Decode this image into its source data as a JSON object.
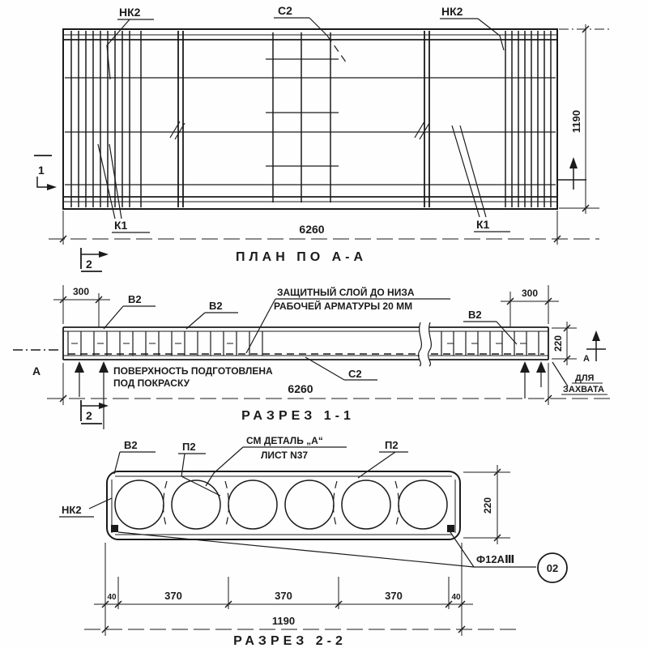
{
  "page": {
    "background": "#fefefe",
    "ink": "#1b1b1b"
  },
  "plan": {
    "title": "ПЛАН ПО А-А",
    "label_nk2_left": "НК2",
    "label_c2": "С2",
    "label_nk2_right": "НК2",
    "label_k1_left": "К1",
    "label_k1_right": "К1",
    "dim_length": "6260",
    "dim_width": "1190",
    "mark_cut1": "1",
    "mark_cut2": "2"
  },
  "section1": {
    "title": "РАЗРЕЗ 1-1",
    "dim_end_left": "300",
    "dim_end_right": "300",
    "dim_length": "6260",
    "dim_height": "220",
    "label_b2_1": "В2",
    "label_b2_2": "В2",
    "label_b2_3": "В2",
    "label_c2": "С2",
    "mark_a_left": "А",
    "mark_a_right": "А",
    "mark_cut2": "2",
    "note_cover_1": "ЗАЩИТНЫЙ СЛОЙ ДО НИЗА",
    "note_cover_2": "РАБОЧЕЙ АРМАТУРЫ 20 ММ",
    "note_surface_1": "ПОВЕРХНОСТЬ ПОДГОТОВЛЕНА",
    "note_surface_2": "ПОД ПОКРАСКУ",
    "note_grip_1": "ДЛЯ",
    "note_grip_2": "ЗАХВАТА"
  },
  "section2": {
    "title": "РАЗРЕЗ 2-2",
    "label_b2": "В2",
    "label_p2_left": "П2",
    "label_p2_right": "П2",
    "label_nk2": "НК2",
    "note_detail_1": "СМ ДЕТАЛЬ „А“",
    "note_detail_2": "ЛИСТ N37",
    "note_rebar": "Ф12АⅢ",
    "callout_sheet": "02",
    "dim_height": "220",
    "dim_40_left": "40",
    "dim_370_1": "370",
    "dim_370_2": "370",
    "dim_370_3": "370",
    "dim_40_right": "40",
    "dim_total": "1190"
  }
}
